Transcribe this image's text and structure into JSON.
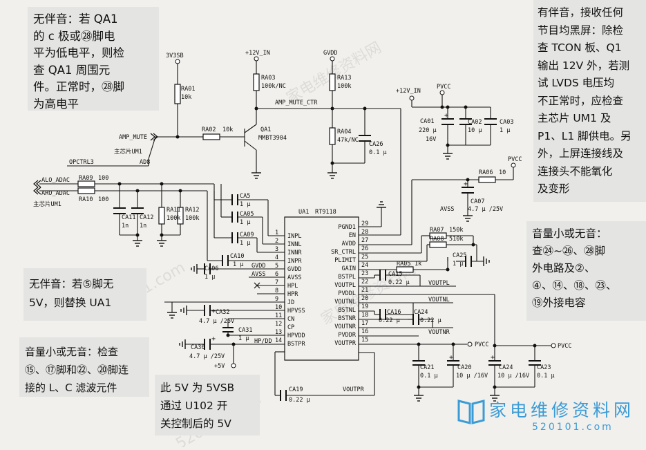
{
  "schematic": {
    "rails": {
      "v3sb": "3V3SB",
      "v12_left": "+12V_IN",
      "gvdd": "GVDD",
      "v12_right": "+12V_IN",
      "pvcc_top": "PVCC",
      "pvcc_ca07": "PVCC",
      "pvcc_bottom": "PVCC",
      "pvcc_bottom2": "PVCC",
      "avss": "AVSS",
      "v5": "+5V",
      "amp_mute_ctr": "AMP_MUTE_CTR"
    },
    "signals": {
      "amp_mute": "AMP_MUTE",
      "main_chip_1": "主芯片UM1",
      "opctrl3": "OPCTRL3",
      "ad8": "AD8",
      "alo_adac": "ALO_ADAC",
      "aro_adac": "ARO_ADAC",
      "main_chip_2": "主芯片UM1"
    },
    "components": {
      "ra01": {
        "ref": "RA01",
        "value": "10k"
      },
      "ra02": {
        "ref": "RA02",
        "value": "10k"
      },
      "ra03": {
        "ref": "RA03",
        "value": "100k/NC"
      },
      "ra13": {
        "ref": "RA13",
        "value": "100k"
      },
      "ra04": {
        "ref": "RA04",
        "value": "47k/NC"
      },
      "ca26": {
        "ref": "CA26",
        "value": "0.1 μ"
      },
      "qa1": {
        "ref": "QA1",
        "value": "MMBT3904"
      },
      "ca01": {
        "ref": "CA01",
        "value": "220 μ",
        "value2": "16V"
      },
      "ca02": {
        "ref": "CA02",
        "value": "10 μ"
      },
      "ca03": {
        "ref": "CA03",
        "value": "1 μ"
      },
      "ra06": {
        "ref": "RA06",
        "value": "10"
      },
      "ca07": {
        "ref": "CA07",
        "value": "4.7 μ /25V"
      },
      "ra09": {
        "ref": "RA09",
        "value": "100"
      },
      "ra10": {
        "ref": "RA10",
        "value": "100"
      },
      "ca11": {
        "ref": "CA11",
        "value": "1n"
      },
      "ca12": {
        "ref": "CA12",
        "value": "1n"
      },
      "ra11": {
        "ref": "RA11",
        "value": "100k"
      },
      "ra12": {
        "ref": "RA12",
        "value": "100k"
      },
      "ca5": {
        "ref": "CA5",
        "value": "1 μ"
      },
      "ca05": {
        "ref": "CA05",
        "value": "1 μ"
      },
      "ca09": {
        "ref": "CA09",
        "value": "1 μ"
      },
      "ca10": {
        "ref": "CA10",
        "value": "1 μ"
      },
      "ca06": {
        "ref": "CA06",
        "value": "1 μ"
      },
      "ca32": {
        "ref": "CA32",
        "value": "4.7 μ /25V"
      },
      "ca31": {
        "ref": "CA31",
        "value": "1 μ"
      },
      "ca30": {
        "ref": "CA30",
        "value": "4.7 μ /25V"
      },
      "ca19": {
        "ref": "CA19",
        "value": "0.22 μ"
      },
      "ra07": {
        "ref": "RA07",
        "value": "150k"
      },
      "ra08": {
        "ref": "RA08",
        "value": "510k"
      },
      "ra05": {
        "ref": "RA05",
        "value": "1k"
      },
      "ca25": {
        "ref": "CA25",
        "value": "1 μ"
      },
      "ca15": {
        "ref": "CA15",
        "value": "0.22 μ"
      },
      "ca16": {
        "ref": "CA16",
        "value": "0.22 μ"
      },
      "ca24a": {
        "ref": "CA24",
        "value": "0.22 μ"
      },
      "ca21": {
        "ref": "CA21",
        "value": "0.1 μ"
      },
      "ca20": {
        "ref": "CA20",
        "value": "10 μ /16V"
      },
      "ca24b": {
        "ref": "CA24",
        "value": "10 μ /16V"
      },
      "ca23": {
        "ref": "CA23",
        "value": "0.1 μ"
      }
    },
    "ic": {
      "ref": "UA1",
      "part": "RT9118",
      "left_pins": [
        {
          "num": "1",
          "name": "INPL"
        },
        {
          "num": "2",
          "name": "INNL"
        },
        {
          "num": "3",
          "name": "INNR"
        },
        {
          "num": "4",
          "name": "INPR"
        },
        {
          "num": "5",
          "name": "GVDD"
        },
        {
          "num": "6",
          "name": "AVSS"
        },
        {
          "num": "7",
          "name": "HPL"
        },
        {
          "num": "8",
          "name": "HPR"
        },
        {
          "num": "9",
          "name": "JD"
        },
        {
          "num": "10",
          "name": "HPVSS"
        },
        {
          "num": "11",
          "name": "CN"
        },
        {
          "num": "12",
          "name": "CP"
        },
        {
          "num": "13",
          "name": "HPVDD"
        },
        {
          "num": "14",
          "name": "BSTPR"
        }
      ],
      "right_pins": [
        {
          "num": "29",
          "name": "PGND1"
        },
        {
          "num": "28",
          "name": "EN"
        },
        {
          "num": "27",
          "name": "AVDD"
        },
        {
          "num": "26",
          "name": "SR_CTRL"
        },
        {
          "num": "25",
          "name": "PLIMIT"
        },
        {
          "num": "24",
          "name": "GAIN"
        },
        {
          "num": "23",
          "name": "BSTPL"
        },
        {
          "num": "22",
          "name": "VOUTPL"
        },
        {
          "num": "21",
          "name": "PVDDL"
        },
        {
          "num": "20",
          "name": "VOUTNL"
        },
        {
          "num": "19",
          "name": "BSTNL"
        },
        {
          "num": "18",
          "name": "BSTNR"
        },
        {
          "num": "17",
          "name": "VOUTNR"
        },
        {
          "num": "16",
          "name": "PVDDR"
        },
        {
          "num": "15",
          "name": "VOUTPR"
        }
      ]
    },
    "net_labels": {
      "gvdd": "GVDD",
      "avss": "AVSS",
      "hpdd": "HP/DD",
      "voutpl": "VOUTPL",
      "voutnl": "VOUTNL",
      "voutnr": "VOUTNR",
      "voutpr": "VOUTPR"
    }
  },
  "notes": {
    "top_left": [
      "无伴音：若 QA1",
      "的 c 极或㉘脚电",
      "平为低电平，则检",
      "查 QA1 周围元",
      "件。正常时，㉘脚",
      "为高电平"
    ],
    "top_right": [
      "有伴音，接收任何",
      "节目均黑屏：除检",
      "查 TCON 板、Q1",
      "输出 12V 外，若测",
      "试 LVDS 电压均",
      "不正常时，应检查",
      "主芯片 UM1 及",
      "P1、L1 脚供电。另",
      "外，上屏连接线及",
      "连接头不能氧化",
      "及变形"
    ],
    "mid_right": [
      "音量小或无音：",
      "查㉔~㉖、㉘脚",
      "外电路及②、",
      "④、⑭、⑱、㉓、",
      "⑲外接电容"
    ],
    "mid_left": [
      "无伴音：若⑤脚无",
      "5V，则替换 UA1"
    ],
    "bottom_left": [
      "音量小或无音：检查",
      "⑮、⑰脚和㉒、⑳脚连",
      "接的 L、C 滤波元件"
    ],
    "bottom_mid": [
      "此 5V 为 5VSB",
      "通过 U102 开",
      "关控制后的 5V"
    ]
  },
  "watermark": {
    "site_cn": "家电维修资料网",
    "url": "520101.com"
  }
}
